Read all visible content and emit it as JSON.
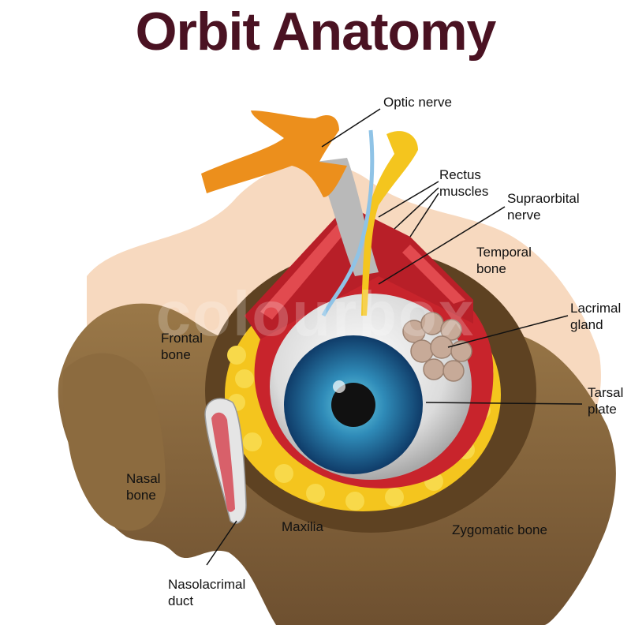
{
  "title": "Orbit Anatomy",
  "watermark": "colourbox",
  "colors": {
    "title": "#4a1222",
    "bone": "#8a6a3e",
    "bone_dark": "#5e4222",
    "bone_light": "#f7d9bf",
    "fat": "#f4c51e",
    "muscle": "#c8242c",
    "nerve_orange": "#ec8f1c",
    "iris": "#2f8bb8",
    "sclera": "#e4e4e4"
  },
  "labels": {
    "optic_nerve": "Optic nerve",
    "rectus_muscles": [
      "Rectus",
      "muscles"
    ],
    "supraorbital_nerve": [
      "Supraorbital",
      "nerve"
    ],
    "temporal_bone": [
      "Temporal",
      "bone"
    ],
    "lacrimal_gland": [
      "Lacrimal",
      "gland"
    ],
    "frontal_bone": [
      "Frontal",
      "bone"
    ],
    "tarsal_plate": [
      "Tarsal",
      "plate"
    ],
    "nasal_bone": [
      "Nasal",
      "bone"
    ],
    "maxilia": "Maxilia",
    "zygomatic_bone": "Zygomatic bone",
    "nasolacrimal_duct": [
      "Nasolacrimal",
      "duct"
    ]
  }
}
